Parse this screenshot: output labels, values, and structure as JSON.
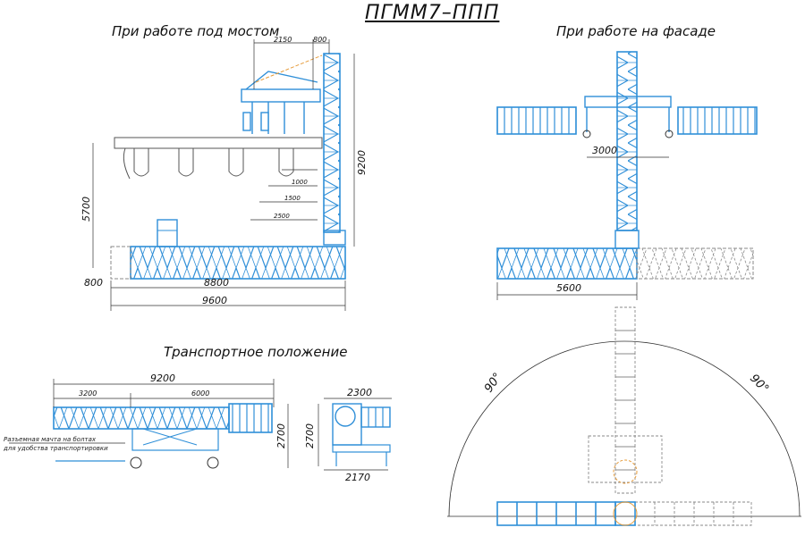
{
  "title": "ПГММ7–ППП",
  "views": {
    "bridge": {
      "label": "При работе под мостом"
    },
    "facade": {
      "label": "При работе на фасаде"
    },
    "transport": {
      "label": "Транспортное положение"
    }
  },
  "dimensions": {
    "top_width": "2150",
    "top_offset": "800",
    "height_total": "9200",
    "height_lower": "5700",
    "reach_1000": "1000",
    "reach_1500": "1500",
    "reach_2500": "2500",
    "left_overhang": "800",
    "platform_len": "8800",
    "total_len": "9600",
    "facade_gap": "3000",
    "facade_len": "5600",
    "transport_len": "9200",
    "transport_a": "3200",
    "transport_b": "6000",
    "transport_height": "2700",
    "side_height": "2700",
    "side_top": "2300",
    "side_bottom": "2170",
    "rotation_left": "90°",
    "rotation_right": "90°"
  },
  "note": {
    "line1": "Разъемная мачта на болтах",
    "line2": "для удобства транспортировки"
  },
  "colors": {
    "truss": "#2f8fd8",
    "line": "#333333",
    "dashed": "#8a8a8a"
  }
}
